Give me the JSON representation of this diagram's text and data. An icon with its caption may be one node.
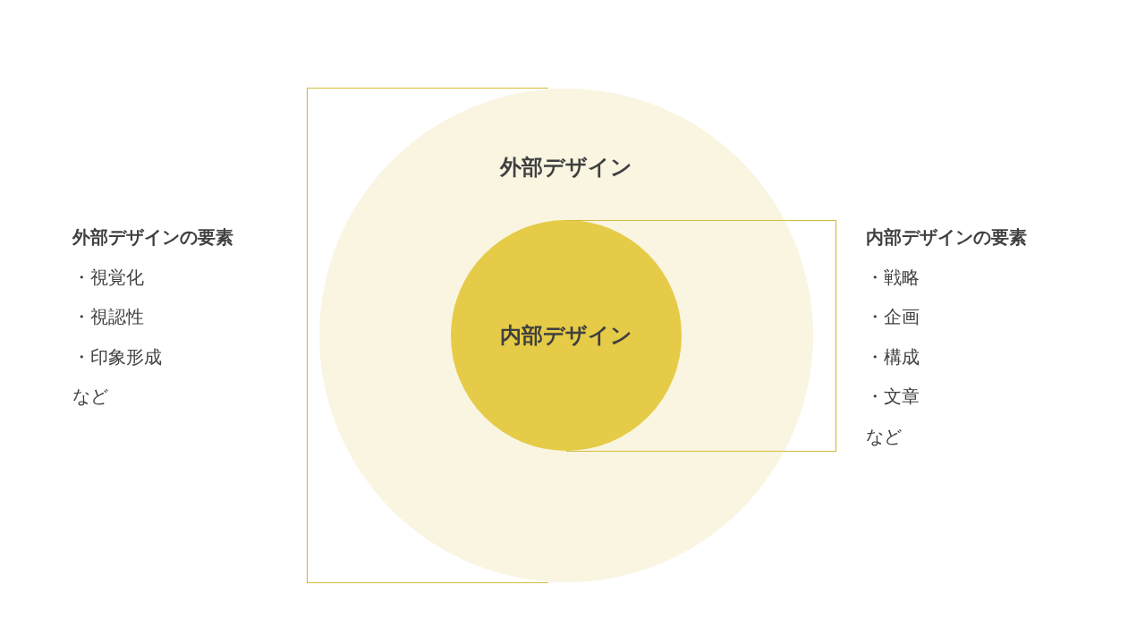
{
  "diagram": {
    "nodes": [
      {
        "text": [
          "外部デザイン"
        ]
      },
      {
        "text": [
          "内部デザイン"
        ],
        "in": 0
      }
    ],
    "labels": [
      "外部デザインの要素",
      "・視覚化",
      "・視認性",
      "・印象形成",
      "など",
      "内部デザインの要素",
      "・戦略",
      "・企画",
      "・構成",
      "・文章",
      "など"
    ]
  }
}
